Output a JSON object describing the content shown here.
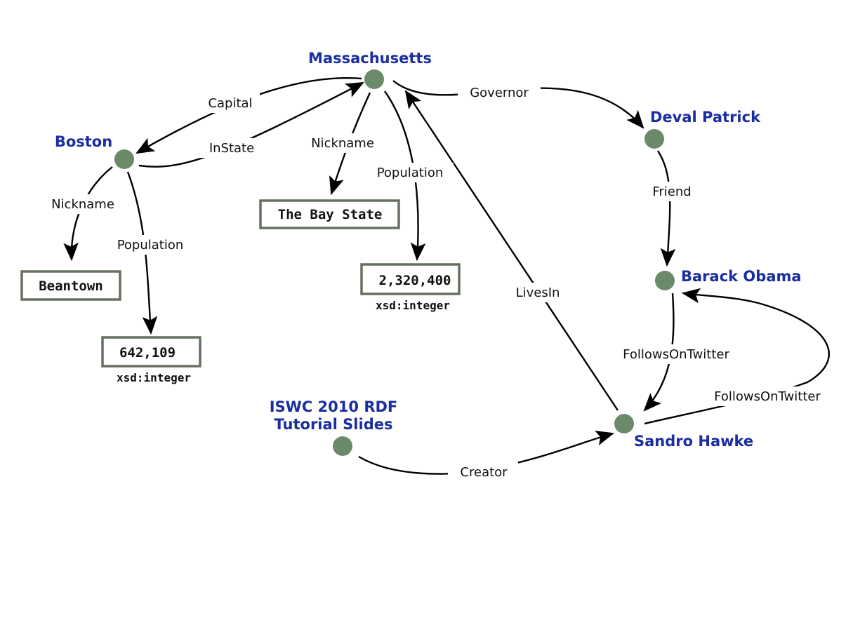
{
  "nodes": {
    "massachusetts": "Massachusetts",
    "boston": "Boston",
    "deval_patrick": "Deval Patrick",
    "barack_obama": "Barack Obama",
    "sandro_hawke": "Sandro Hawke",
    "iswc_line1": "ISWC 2010 RDF",
    "iswc_line2": "Tutorial Slides"
  },
  "literals": {
    "beantown": "Beantown",
    "boston_population": "642,109",
    "boston_population_type": "xsd:integer",
    "bay_state": "The Bay State",
    "ma_population": "2,320,400",
    "ma_population_type": "xsd:integer"
  },
  "edges": {
    "capital": "Capital",
    "instate": "InState",
    "governor": "Governor",
    "ma_nickname": "Nickname",
    "ma_population": "Population",
    "boston_nickname": "Nickname",
    "boston_population": "Population",
    "friend": "Friend",
    "lives_in": "LivesIn",
    "follows1": "FollowsOnTwitter",
    "follows2": "FollowsOnTwitter",
    "creator": "Creator"
  },
  "colors": {
    "node_fill": "#6a8a6a",
    "node_label": "#1a2ea0",
    "literal_border": "#66705f"
  }
}
